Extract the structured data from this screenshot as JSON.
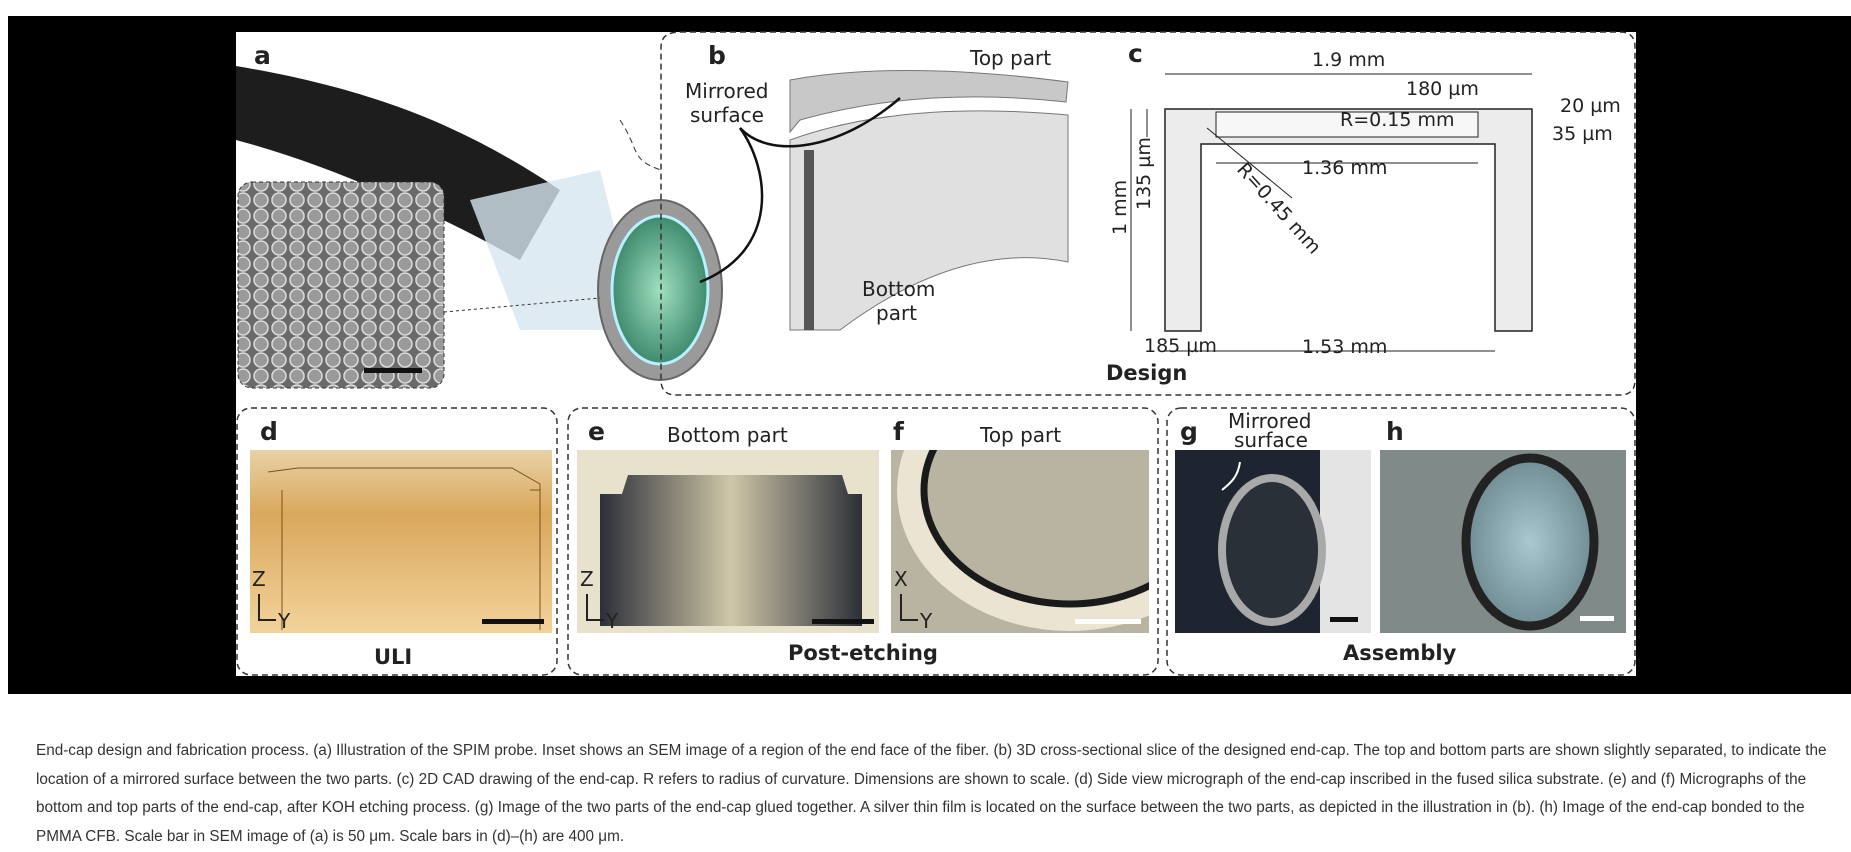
{
  "figure": {
    "panel_labels": [
      "a",
      "b",
      "c",
      "d",
      "e",
      "f",
      "g",
      "h"
    ],
    "panel_b": {
      "top_part": "Top part",
      "bottom_part_line1": "Bottom",
      "bottom_part_line2": "part",
      "mirrored_line1": "Mirrored",
      "mirrored_line2": "surface"
    },
    "panel_c": {
      "width_total": "1.9 mm",
      "dim_180": "180 µm",
      "dim_20": "20 µm",
      "dim_35": "35 µm",
      "r_small": "R=0.15 mm",
      "r_large": "R=0.45 mm",
      "dim_136": "1.36 mm",
      "height_1mm": "1 mm",
      "dim_135": "135 µm",
      "dim_185": "185 µm",
      "dim_153": "1.53 mm"
    },
    "group_labels": {
      "design": "Design",
      "uli": "ULI",
      "post_etching": "Post-etching",
      "assembly": "Assembly"
    },
    "panel_e_title": "Bottom part",
    "panel_f_title": "Top part",
    "panel_g_line1": "Mirrored",
    "panel_g_line2": "surface",
    "axes": {
      "d": [
        "Z",
        "Y"
      ],
      "e": [
        "Z",
        "Y"
      ],
      "f": [
        "X",
        "Y"
      ]
    }
  },
  "caption": "End-cap design and fabrication process. (a) Illustration of the SPIM probe. Inset shows an SEM image of a region of the end face of the fiber. (b) 3D cross-sectional slice of the designed end-cap. The top and bottom parts are shown slightly separated, to indicate the location of a mirrored surface between the two parts. (c) 2D CAD drawing of the end-cap. R refers to radius of curvature. Dimensions are shown to scale. (d) Side view micrograph of the end-cap inscribed in the fused silica substrate. (e) and (f) Micrographs of the bottom and top parts of the end-cap, after KOH etching process. (g) Image of the two parts of the end-cap glued together. A silver thin film is located on the surface between the two parts, as depicted in the illustration in (b). (h) Image of the end-cap bonded to the PMMA CFB. Scale bar in SEM image of (a) is 50 μm. Scale bars in (d)–(h) are 400 μm."
}
